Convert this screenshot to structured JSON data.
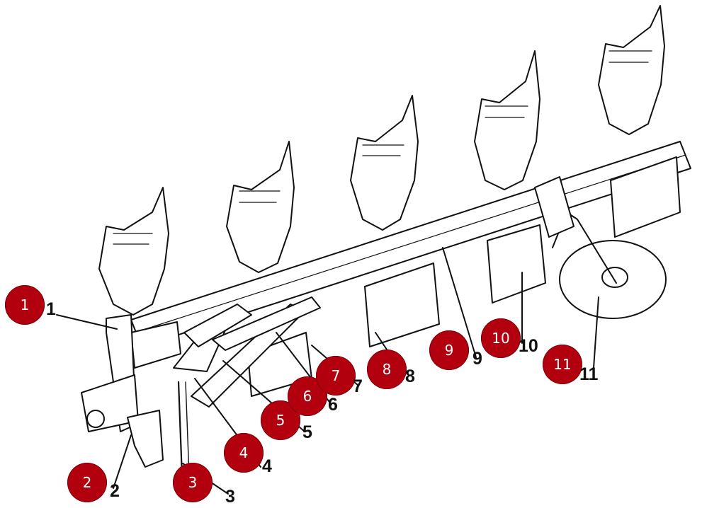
{
  "diagram": {
    "parts": [
      {
        "id": "1",
        "marker": "1",
        "label": "1"
      },
      {
        "id": "2",
        "marker": "2",
        "label": "2"
      },
      {
        "id": "3",
        "marker": "3",
        "label": "3"
      },
      {
        "id": "4",
        "marker": "4",
        "label": "4"
      },
      {
        "id": "5",
        "marker": "5",
        "label": "5"
      },
      {
        "id": "6",
        "marker": "6",
        "label": "6"
      },
      {
        "id": "7",
        "marker": "7",
        "label": "7"
      },
      {
        "id": "8",
        "marker": "8",
        "label": "8"
      },
      {
        "id": "9",
        "marker": "9",
        "label": "9"
      },
      {
        "id": "10",
        "marker": "10",
        "label": "10"
      },
      {
        "id": "11",
        "marker": "11",
        "label": "11"
      }
    ],
    "colors": {
      "marker": "#b3000f",
      "marker_text": "#ffffff",
      "line": "#111111"
    }
  }
}
